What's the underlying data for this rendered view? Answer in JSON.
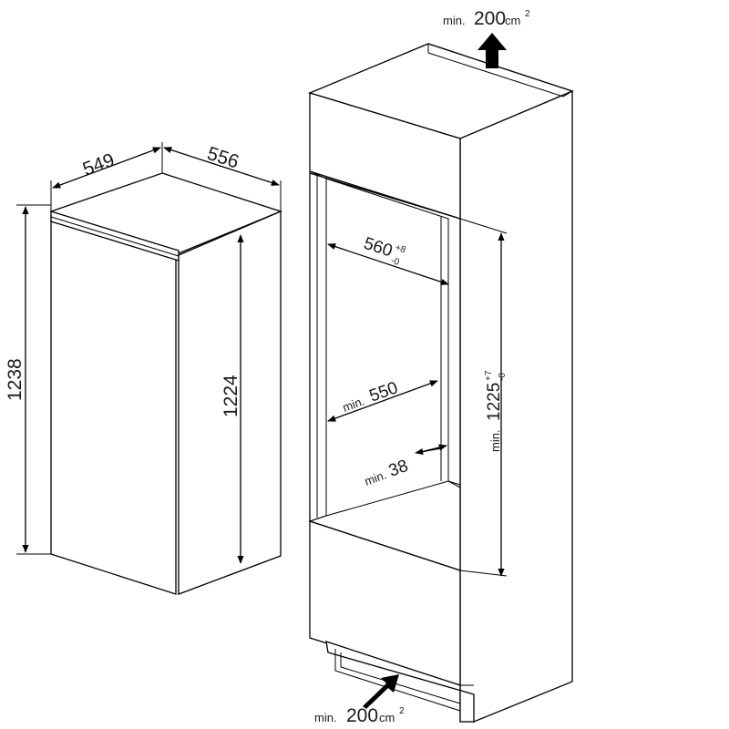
{
  "fridge": {
    "width": "549",
    "depth": "556",
    "height_total": "1238",
    "height_body": "1224"
  },
  "niche": {
    "width": "560",
    "width_tol_plus": "+8",
    "width_tol_minus": "-0",
    "depth_prefix": "min.",
    "depth": "550",
    "gap_prefix": "min.",
    "gap": "38",
    "height_prefix": "min.",
    "height": "1225",
    "height_tol_plus": "+7",
    "height_tol_minus": "-0"
  },
  "ventilation": {
    "top_prefix": "min.",
    "top_value": "200",
    "top_unit": "cm",
    "top_unit_exp": "2",
    "bottom_prefix": "min.",
    "bottom_value": "200",
    "bottom_unit": "cm",
    "bottom_unit_exp": "2"
  },
  "colors": {
    "line": "#000000",
    "text": "#1a1a1a"
  }
}
